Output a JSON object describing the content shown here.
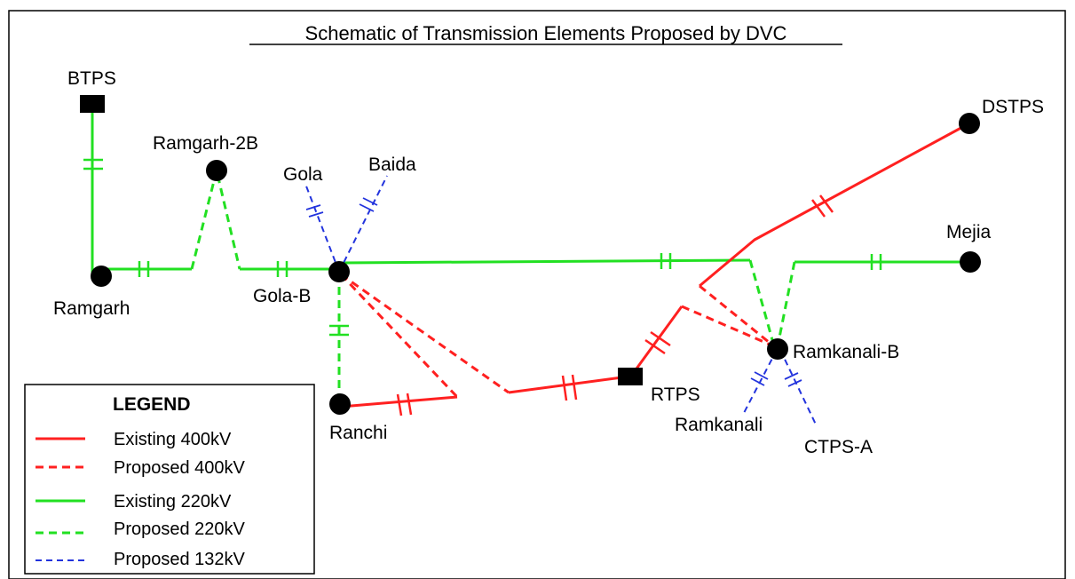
{
  "title": "Schematic of Transmission Elements Proposed by DVC",
  "colors": {
    "kv400": "#ff2020",
    "kv220": "#22e022",
    "kv132": "#2233dd",
    "node": "#000000"
  },
  "nodes": [
    {
      "id": "btps",
      "label": "BTPS",
      "shape": "square"
    },
    {
      "id": "ramgarh2b",
      "label": "Ramgarh-2B",
      "shape": "circle"
    },
    {
      "id": "gola",
      "label": "Gola",
      "shape": "none"
    },
    {
      "id": "baida",
      "label": "Baida",
      "shape": "none"
    },
    {
      "id": "ramgarh",
      "label": "Ramgarh",
      "shape": "circle"
    },
    {
      "id": "golab",
      "label": "Gola-B",
      "shape": "circle"
    },
    {
      "id": "ranchi",
      "label": "Ranchi",
      "shape": "circle"
    },
    {
      "id": "rtps",
      "label": "RTPS",
      "shape": "square"
    },
    {
      "id": "dstps",
      "label": "DSTPS",
      "shape": "circle"
    },
    {
      "id": "mejia",
      "label": "Mejia",
      "shape": "circle"
    },
    {
      "id": "ramkanalib",
      "label": "Ramkanali-B",
      "shape": "circle"
    },
    {
      "id": "ramkanali",
      "label": "Ramkanali",
      "shape": "none"
    },
    {
      "id": "ctpsa",
      "label": "CTPS-A",
      "shape": "none"
    }
  ],
  "legend": {
    "title": "LEGEND",
    "items": [
      {
        "label": "Existing 400kV",
        "voltage": "400kV",
        "status": "existing",
        "color": "#ff2020"
      },
      {
        "label": "Proposed 400kV",
        "voltage": "400kV",
        "status": "proposed",
        "color": "#ff2020"
      },
      {
        "label": "Existing 220kV",
        "voltage": "220kV",
        "status": "existing",
        "color": "#22e022"
      },
      {
        "label": "Proposed 220kV",
        "voltage": "220kV",
        "status": "proposed",
        "color": "#22e022"
      },
      {
        "label": "Proposed 132kV",
        "voltage": "132kV",
        "status": "proposed",
        "color": "#2233dd"
      }
    ]
  }
}
